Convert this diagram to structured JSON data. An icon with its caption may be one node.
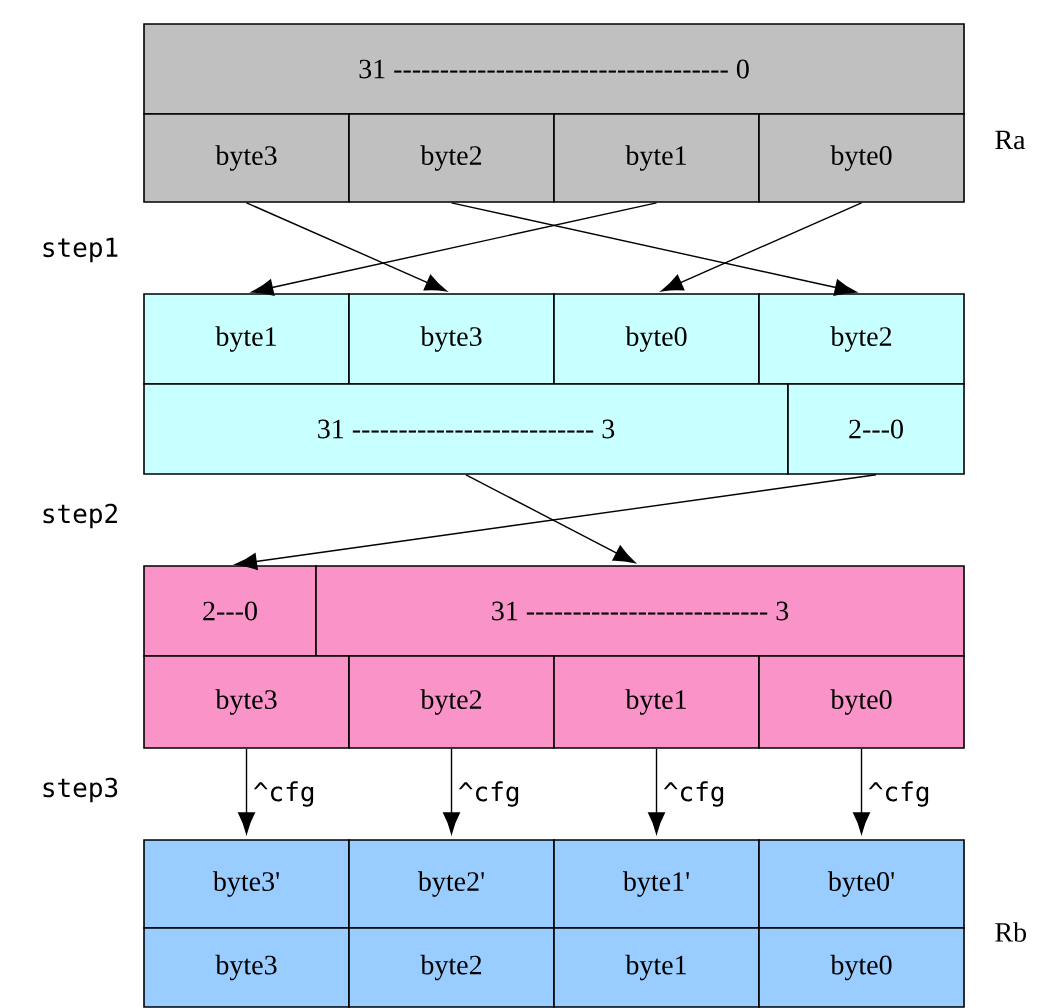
{
  "diagram": {
    "nodes": [
      {
        "text": [
          "31 ------------------------------------ 0"
        ]
      },
      {
        "text": [
          "byte3"
        ]
      },
      {
        "text": [
          "byte2"
        ]
      },
      {
        "text": [
          "byte1"
        ]
      },
      {
        "text": [
          "byte0"
        ]
      },
      {
        "text": [
          "byte1"
        ]
      },
      {
        "text": [
          "byte3"
        ]
      },
      {
        "text": [
          "byte0"
        ]
      },
      {
        "text": [
          "byte2"
        ]
      },
      {
        "text": [
          "31 -------------------------- 3"
        ]
      },
      {
        "text": [
          "2---0"
        ]
      },
      {
        "text": [
          "2---0"
        ]
      },
      {
        "text": [
          "31 -------------------------- 3"
        ]
      },
      {
        "text": [
          "byte3"
        ]
      },
      {
        "text": [
          "byte2"
        ]
      },
      {
        "text": [
          "byte1"
        ]
      },
      {
        "text": [
          "byte0"
        ]
      },
      {
        "text": [
          "byte3'"
        ]
      },
      {
        "text": [
          "byte2'"
        ]
      },
      {
        "text": [
          "byte1'"
        ]
      },
      {
        "text": [
          "byte0'"
        ]
      },
      {
        "text": [
          "byte3"
        ]
      },
      {
        "text": [
          "byte2"
        ]
      },
      {
        "text": [
          "byte1"
        ]
      },
      {
        "text": [
          "byte0"
        ]
      }
    ],
    "edges": [
      {
        "from": 1,
        "to": 6,
        "arrow": "to"
      },
      {
        "from": 2,
        "to": 8,
        "arrow": "to"
      },
      {
        "from": 3,
        "to": 5,
        "arrow": "to"
      },
      {
        "from": 4,
        "to": 7,
        "arrow": "to"
      },
      {
        "from": 9,
        "to": 12,
        "arrow": "to"
      },
      {
        "from": 10,
        "to": 11,
        "arrow": "to"
      },
      {
        "from": 13,
        "to": 17,
        "arrow": "to",
        "label": "^cfg"
      },
      {
        "from": 14,
        "to": 18,
        "arrow": "to",
        "label": "^cfg"
      },
      {
        "from": 15,
        "to": 19,
        "arrow": "to",
        "label": "^cfg"
      },
      {
        "from": 16,
        "to": 20,
        "arrow": "to",
        "label": "^cfg"
      }
    ],
    "labels": [
      "Ra",
      "step1",
      "step2",
      "step3",
      "Rb"
    ]
  }
}
